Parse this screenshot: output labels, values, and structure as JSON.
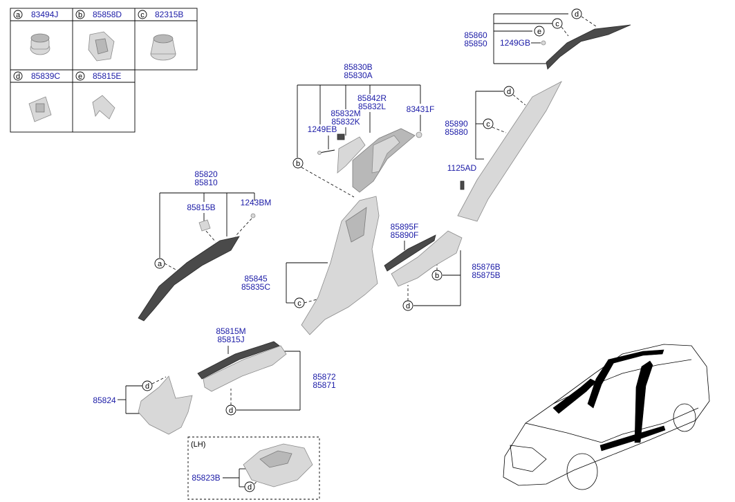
{
  "legend": {
    "cells": [
      {
        "letter": "a",
        "part": "83494J"
      },
      {
        "letter": "b",
        "part": "85858D"
      },
      {
        "letter": "c",
        "part": "82315B"
      },
      {
        "letter": "d",
        "part": "85839C"
      },
      {
        "letter": "e",
        "part": "85815E"
      }
    ]
  },
  "labels": {
    "p85830B": "85830B",
    "p85830A": "85830A",
    "p85842R": "85842R",
    "p85832L": "85832L",
    "p85832M": "85832M",
    "p85832K": "85832K",
    "p83431F": "83431F",
    "p1249EB": "1249EB",
    "p85860": "85860",
    "p85850": "85850",
    "p1249GB": "1249GB",
    "p85890": "85890",
    "p85880": "85880",
    "p1125AD": "1125AD",
    "p85820": "85820",
    "p85810": "85810",
    "p85815B": "85815B",
    "p1243BM": "1243BM",
    "p85845": "85845",
    "p85835C": "85835C",
    "p85895F": "85895F",
    "p85890F": "85890F",
    "p85876B": "85876B",
    "p85875B": "85875B",
    "p85815M": "85815M",
    "p85815J": "85815J",
    "p85872": "85872",
    "p85871": "85871",
    "p85824": "85824",
    "p85823B": "85823B",
    "lh": "(LH)"
  },
  "callouts": {
    "a": "a",
    "b": "b",
    "c": "c",
    "d": "d",
    "e": "e"
  }
}
